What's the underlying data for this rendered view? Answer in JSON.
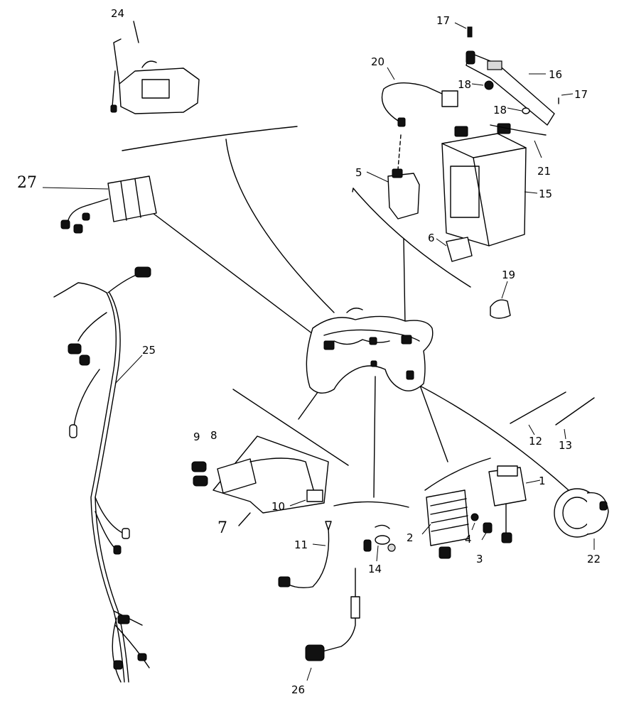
{
  "diagram": {
    "parts": [
      {
        "id": "p1",
        "number": "1"
      },
      {
        "id": "p2",
        "number": "2"
      },
      {
        "id": "p3",
        "number": "3"
      },
      {
        "id": "p4",
        "number": "4"
      },
      {
        "id": "p5",
        "number": "5"
      },
      {
        "id": "p6",
        "number": "6"
      },
      {
        "id": "p7",
        "number": "7"
      },
      {
        "id": "p8",
        "number": "8"
      },
      {
        "id": "p9",
        "number": "9"
      },
      {
        "id": "p10",
        "number": "10"
      },
      {
        "id": "p11",
        "number": "11"
      },
      {
        "id": "p12",
        "number": "12"
      },
      {
        "id": "p13",
        "number": "13"
      },
      {
        "id": "p14",
        "number": "14"
      },
      {
        "id": "p15",
        "number": "15"
      },
      {
        "id": "p16",
        "number": "16"
      },
      {
        "id": "p17a",
        "number": "17"
      },
      {
        "id": "p17b",
        "number": "17"
      },
      {
        "id": "p18a",
        "number": "18"
      },
      {
        "id": "p18b",
        "number": "18"
      },
      {
        "id": "p19",
        "number": "19"
      },
      {
        "id": "p20",
        "number": "20"
      },
      {
        "id": "p21",
        "number": "21"
      },
      {
        "id": "p22",
        "number": "22"
      },
      {
        "id": "p24",
        "number": "24"
      },
      {
        "id": "p25",
        "number": "25"
      },
      {
        "id": "p26",
        "number": "26"
      },
      {
        "id": "p27",
        "number": "27"
      }
    ]
  }
}
